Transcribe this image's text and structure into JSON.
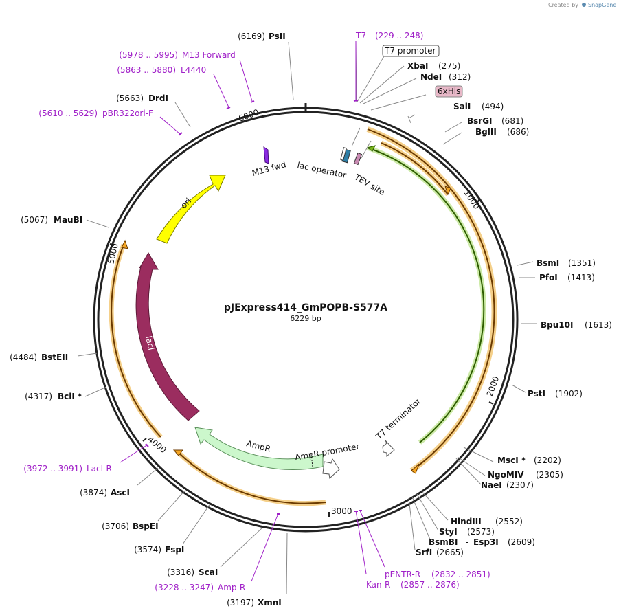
{
  "credit": {
    "prefix": "Created by",
    "brand": "SnapGene"
  },
  "title": "pJExpress414_GmPOPB-S577A",
  "size": "6229 bp",
  "ticks": [
    "1000",
    "2000",
    "3000",
    "4000",
    "5000",
    "6000"
  ],
  "enzymes": [
    {
      "name": "PsII",
      "pos": "(6169)"
    },
    {
      "name": "XbaI",
      "pos": "(275)"
    },
    {
      "name": "NdeI",
      "pos": "(312)"
    },
    {
      "name": "SalI",
      "pos": "(494)"
    },
    {
      "name": "BsrGI",
      "pos": "(681)"
    },
    {
      "name": "BglII",
      "pos": "(686)"
    },
    {
      "name": "BsmI",
      "pos": "(1351)"
    },
    {
      "name": "PfoI",
      "pos": "(1413)"
    },
    {
      "name": "Bpu10I",
      "pos": "(1613)"
    },
    {
      "name": "PstI",
      "pos": "(1902)"
    },
    {
      "name": "MscI *",
      "pos": "(2202)"
    },
    {
      "name": "NgoMIV",
      "pos": "(2305)"
    },
    {
      "name": "NaeI",
      "pos": "(2307)"
    },
    {
      "name": "HindIII",
      "pos": "(2552)"
    },
    {
      "name": "StyI",
      "pos": "(2573)"
    },
    {
      "name": "BsmBI",
      "pos": "(2609)"
    },
    {
      "name": "Esp3I",
      "pos": ""
    },
    {
      "name": "SrfI",
      "pos": "(2665)"
    },
    {
      "name": "XmnI",
      "pos": "(3197)"
    },
    {
      "name": "ScaI",
      "pos": "(3316)"
    },
    {
      "name": "FspI",
      "pos": "(3574)"
    },
    {
      "name": "BspEI",
      "pos": "(3706)"
    },
    {
      "name": "AscI",
      "pos": "(3874)"
    },
    {
      "name": "BclI *",
      "pos": "(4317)"
    },
    {
      "name": "BstEII",
      "pos": "(4484)"
    },
    {
      "name": "MauBI",
      "pos": "(5067)"
    },
    {
      "name": "DrdI",
      "pos": "(5663)"
    }
  ],
  "primers": [
    {
      "name": "T7",
      "range": "(229 .. 248)"
    },
    {
      "name": "M13 Forward",
      "range": "(5978 .. 5995)"
    },
    {
      "name": "L4440",
      "range": "(5863 .. 5880)"
    },
    {
      "name": "pBR322ori-F",
      "range": "(5610 .. 5629)"
    },
    {
      "name": "LacI-R",
      "range": "(3972 .. 3991)"
    },
    {
      "name": "Amp-R",
      "range": "(3228 .. 3247)"
    },
    {
      "name": "pENTR-R",
      "range": "(2832 .. 2851)"
    },
    {
      "name": "Kan-R",
      "range": "(2857 .. 2876)"
    }
  ],
  "boxed_labels": {
    "t7_promoter": "T7 promoter",
    "his_tag": "6xHis"
  },
  "features": {
    "m13_fwd": "M13 fwd",
    "lac_operator": "lac operator",
    "tev_site": "TEV site",
    "t7_terminator": "T7 terminator",
    "ampr": "AmpR",
    "ampr_promoter": "AmpR promoter",
    "ori": "ori",
    "laci": "lacI"
  },
  "colors": {
    "backbone": "#222222",
    "orf": "#f5a623",
    "orf_dark": "#6b3a00",
    "insert": "#79b51a",
    "insert_dark": "#2e5e00",
    "ori": "#ffff00",
    "laci": "#9b2d5f",
    "ampr": "#ccf7cc",
    "primer": "#a020c8",
    "lac_operator": "#2d7ea6",
    "tev": "#c88ab2",
    "his_box": "#e8b8c8"
  }
}
